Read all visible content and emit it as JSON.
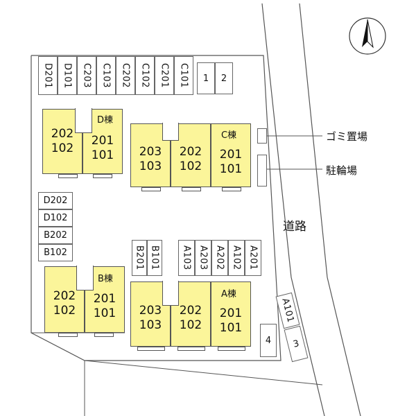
{
  "map": {
    "north_icon": "north-arrow-icon",
    "road_label": "道路",
    "garbage_label": "ゴミ置場",
    "bicycle_label": "駐輪場",
    "buildings": {
      "D": {
        "label": "D棟",
        "units": [
          [
            "202",
            "102"
          ],
          [
            "201",
            "101"
          ]
        ]
      },
      "C": {
        "label": "C棟",
        "units": [
          [
            "203",
            "103"
          ],
          [
            "202",
            "102"
          ],
          [
            "201",
            "101"
          ]
        ]
      },
      "B": {
        "label": "B棟",
        "units": [
          [
            "202",
            "102"
          ],
          [
            "201",
            "101"
          ]
        ]
      },
      "A": {
        "label": "A棟",
        "units": [
          [
            "203",
            "103"
          ],
          [
            "202",
            "102"
          ],
          [
            "201",
            "101"
          ]
        ]
      }
    },
    "parking_top": [
      "D201",
      "D101",
      "C203",
      "C103",
      "C202",
      "C102",
      "C201",
      "C101",
      "1",
      "2"
    ],
    "parking_left": [
      "D202",
      "D102",
      "B202",
      "B102"
    ],
    "parking_mid_b": [
      "B201",
      "B101"
    ],
    "parking_mid_a": [
      "A103",
      "A203",
      "A202",
      "A102",
      "A201"
    ],
    "parking_bottom": [
      "4",
      "3"
    ],
    "parking_slanted": "A101"
  }
}
